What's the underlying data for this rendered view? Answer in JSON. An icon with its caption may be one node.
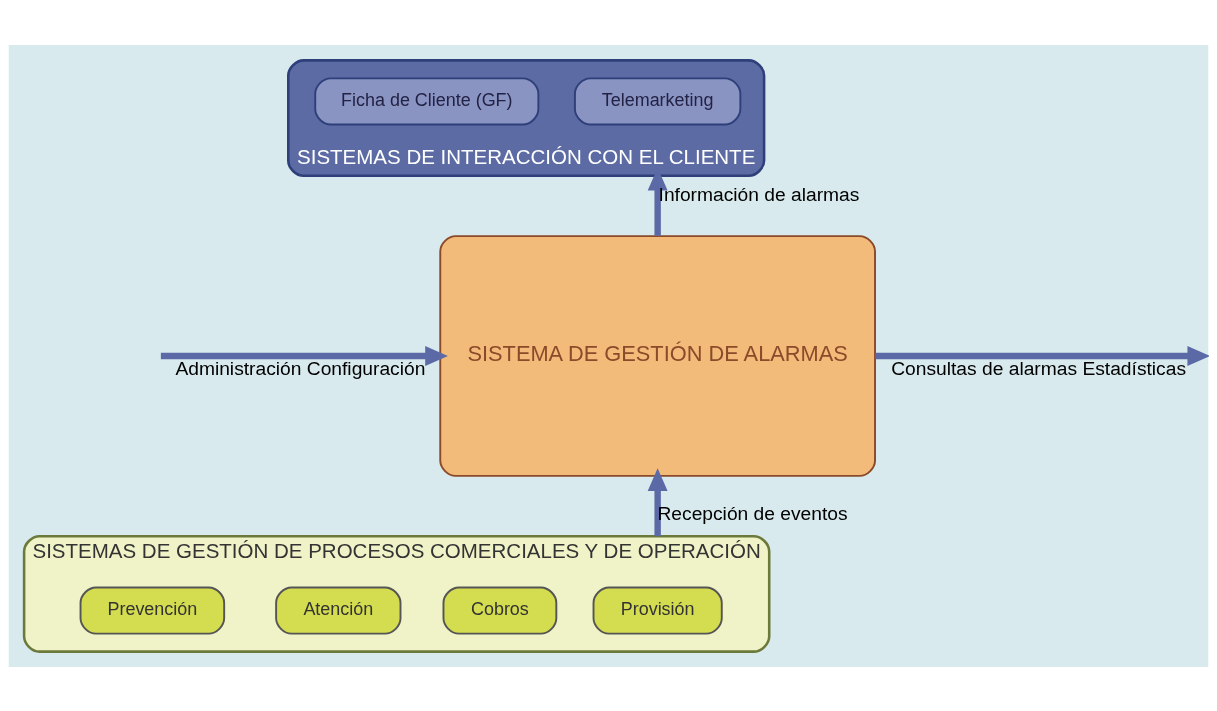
{
  "diagram": {
    "nodes": [
      {
        "text": [
          "SISTEMAS DE INTERACCIÓN CON EL CLIENTE"
        ]
      },
      {
        "text": [
          "Telemarketing"
        ],
        "in": 0
      },
      {
        "text": [
          "Ficha de Cliente (GF)"
        ],
        "in": 0
      },
      {
        "text": [
          "SISTEMA DE GESTIÓN DE ALARMAS"
        ]
      },
      {
        "text": [
          "SISTEMAS DE GESTIÓN DE PROCESOS COMERCIALES Y DE OPERACIÓN"
        ]
      },
      {
        "text": [
          "Provisión"
        ],
        "in": 4
      },
      {
        "text": [
          "Cobros"
        ],
        "in": 4
      },
      {
        "text": [
          "Atención"
        ],
        "in": 4
      },
      {
        "text": [
          "Prevención"
        ],
        "in": 4
      }
    ],
    "edges": [
      {
        "from": 3,
        "to": 0,
        "arrow": "to",
        "label": "Información de alarmas"
      },
      {
        "from": 3,
        "to": null,
        "arrow": "to",
        "label": "Consultas de alarmas Estadísticas"
      },
      {
        "from": null,
        "to": 3,
        "arrow": "to",
        "label": "Administración Configuración"
      },
      {
        "from": 4,
        "to": 3,
        "arrow": "to",
        "label": "Recepción de eventos"
      }
    ]
  }
}
